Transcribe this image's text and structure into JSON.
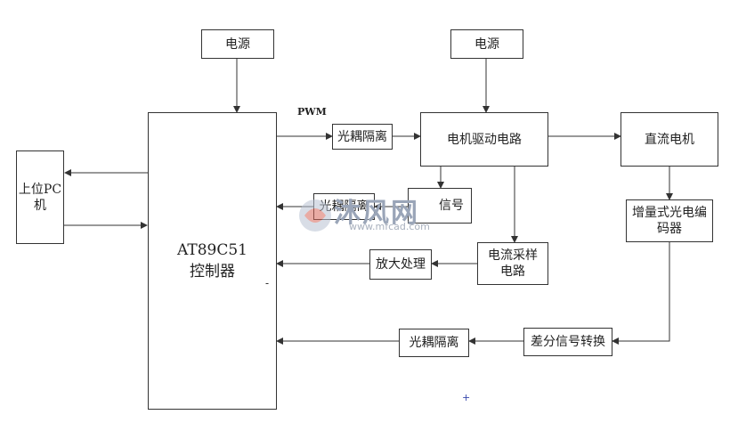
{
  "blocks": {
    "power1": "电源",
    "power2": "电源",
    "pc_line1": "上位PC",
    "pc_line2": "机",
    "mcu_line1": "AT89C51",
    "mcu_line2": "控制器",
    "opto1": "光耦隔离",
    "driver": "电机驱动电路",
    "dc_motor": "直流电机",
    "opto2": "光耦隔离",
    "signal": "信号",
    "current_line1": "电流采样",
    "current_line2": "电路",
    "amplify": "放大处理",
    "encoder_line1": "增量式光电编",
    "encoder_line2": "码器",
    "diff": "差分信号转换",
    "opto3": "光耦隔离"
  },
  "labels": {
    "pwm": "PWM",
    "dash": "-",
    "plus": "+"
  },
  "watermark": {
    "text": "沐风网",
    "url": "www.mfcad.com"
  }
}
